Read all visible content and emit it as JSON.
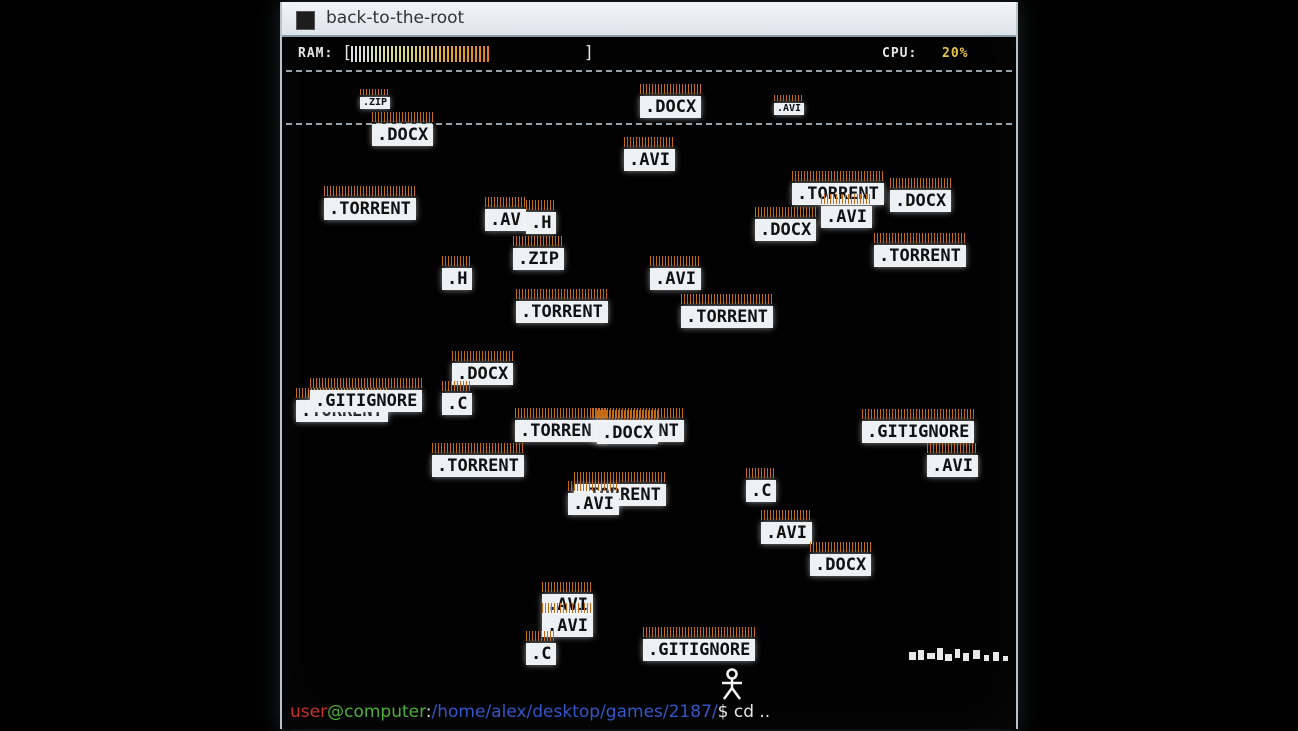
{
  "window": {
    "title": "back-to-the-root"
  },
  "hud": {
    "ram_label": "RAM:",
    "ram_open": "[",
    "ram_close": "]",
    "ram_fill_fraction": 0.55,
    "cpu_label": "CPU:",
    "cpu_value": "20%"
  },
  "files": [
    {
      "label": ".ZIP",
      "small": true
    },
    {
      "label": ".DOCX"
    },
    {
      "label": ".DOCX"
    },
    {
      "label": ".AVI",
      "small": true
    },
    {
      "label": ".AVI"
    },
    {
      "label": ".TORRENT"
    },
    {
      "label": ".AV"
    },
    {
      "label": ".H"
    },
    {
      "label": ".ZIP"
    },
    {
      "label": ".TORRENT"
    },
    {
      "label": ".AVI"
    },
    {
      "label": ".DOCX"
    },
    {
      "label": ".DOCX"
    },
    {
      "label": ".TORRENT"
    },
    {
      "label": ".H"
    },
    {
      "label": ".AVI"
    },
    {
      "label": ".TORRENT"
    },
    {
      "label": ".TORRENT"
    },
    {
      "label": ".DOCX"
    },
    {
      "label": ".TORRENT"
    },
    {
      "label": ".GITIGNORE"
    },
    {
      "label": ".C"
    },
    {
      "label": ".TORRENT"
    },
    {
      "label": ".TORRENT"
    },
    {
      "label": ".DOCX"
    },
    {
      "label": ".GITIGNORE"
    },
    {
      "label": ".AVI"
    },
    {
      "label": ".TORRENT"
    },
    {
      "label": ".TORRENT"
    },
    {
      "label": ".AVI"
    },
    {
      "label": ".C"
    },
    {
      "label": ".AVI"
    },
    {
      "label": ".DOCX"
    },
    {
      "label": ".AVI"
    },
    {
      "label": ".AVI"
    },
    {
      "label": ".C"
    },
    {
      "label": ".GITIGNORE"
    }
  ],
  "prompt": {
    "user": "user",
    "host": "@computer",
    "separator": ":",
    "path": "/home/alex/desktop/games/2187/",
    "dollar": "$",
    "command": "cd .."
  },
  "colors": {
    "user": "#c8312b",
    "host": "#4fae3c",
    "path": "#3556c9",
    "cpu_value": "#e8c54a",
    "file_ticks": "#c56a13"
  }
}
